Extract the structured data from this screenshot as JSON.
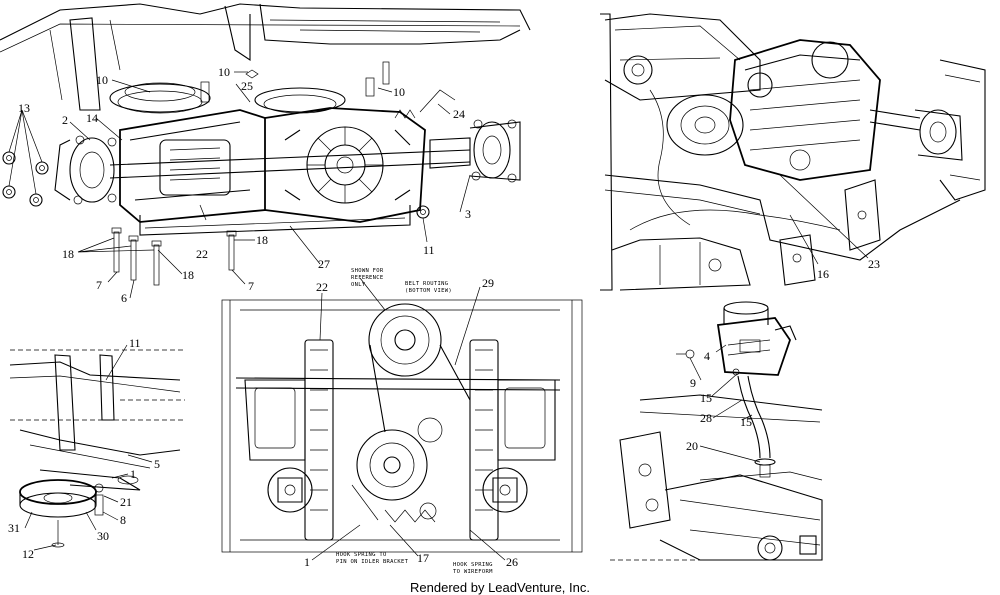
{
  "diagram": {
    "callouts": {
      "c2": "2",
      "c3": "3",
      "c13": "13",
      "c14": "14",
      "c10a": "10",
      "c10b": "10",
      "c10c": "10",
      "c25": "25",
      "c24": "24",
      "c11a": "11",
      "c18a": "18",
      "c18b": "18",
      "c18c": "18",
      "c22a": "22",
      "c27": "27",
      "c7a": "7",
      "c7b": "7",
      "c6": "6",
      "c16": "16",
      "c23": "23",
      "c11b": "11",
      "c5": "5",
      "c1a": "1",
      "c21": "21",
      "c8": "8",
      "c31": "31",
      "c30": "30",
      "c12": "12",
      "c22b": "22",
      "c29": "29",
      "c1b": "1",
      "c17": "17",
      "c26": "26",
      "c4": "4",
      "c9": "9",
      "c15a": "15",
      "c15b": "15",
      "c28": "28",
      "c20": "20"
    },
    "notes": {
      "reference_l1": "SHOWN FOR",
      "reference_l2": "REFERENCE",
      "reference_l3": "ONLY",
      "belt_l1": "BELT ROUTING",
      "belt_l2": "(BOTTOM VIEW)",
      "hook_idler_l1": "HOOK SPRING TO",
      "hook_idler_l2": "PIN ON IDLER BRACKET",
      "hook_wire_l1": "HOOK SPRING",
      "hook_wire_l2": "TO WIREFORM"
    }
  },
  "footer": "Rendered by LeadVenture, Inc."
}
